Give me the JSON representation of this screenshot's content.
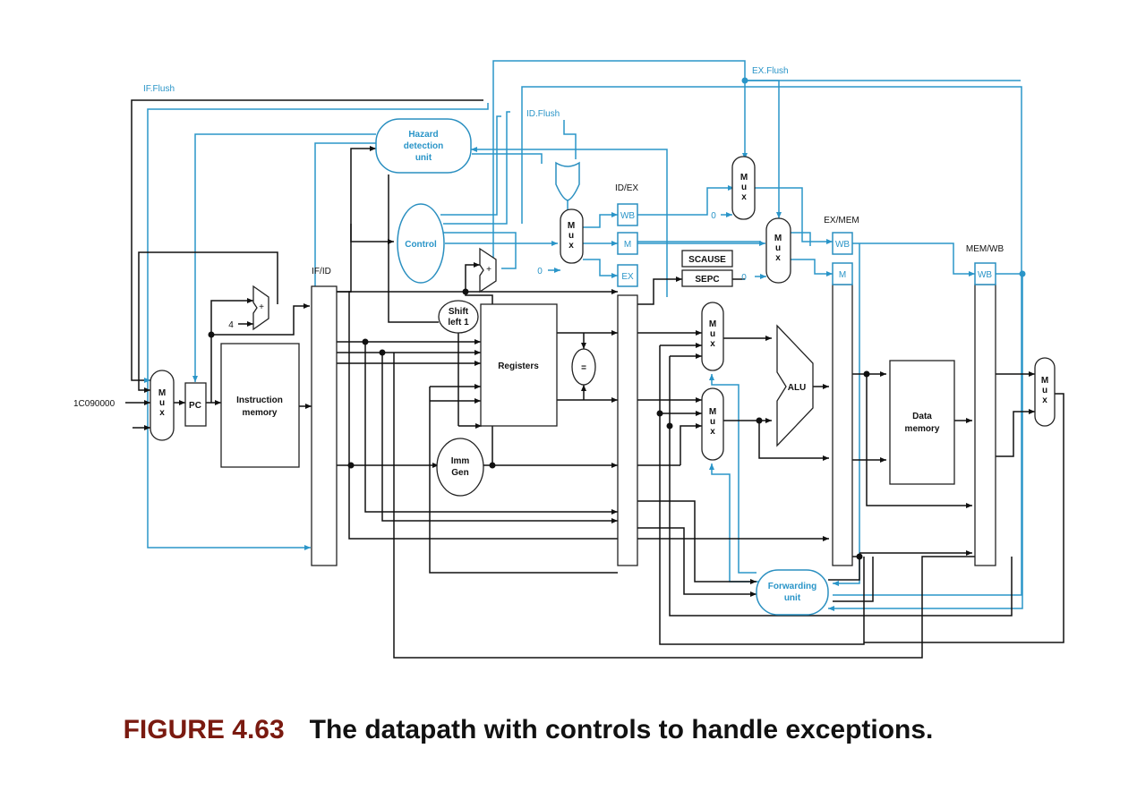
{
  "diagram": {
    "labels": {
      "if_flush": "IF.Flush",
      "id_flush": "ID.Flush",
      "ex_flush": "EX.Flush",
      "hazard": [
        "Hazard",
        "detection",
        "unit"
      ],
      "control": "Control",
      "if_id": "IF/ID",
      "id_ex": "ID/EX",
      "ex_mem": "EX/MEM",
      "mem_wb": "MEM/WB",
      "wb": "WB",
      "m": "M",
      "ex": "EX",
      "scause": "SCAUSE",
      "sepc": "SEPC",
      "zero": "0",
      "four": "4",
      "plus": "+",
      "address": "1C090000",
      "pc": "PC",
      "instruction_memory": [
        "Instruction",
        "memory"
      ],
      "registers": "Registers",
      "equal": "=",
      "shift": [
        "Shift",
        "left 1"
      ],
      "imm": [
        "Imm",
        "Gen"
      ],
      "alu": "ALU",
      "data_memory": [
        "Data",
        "memory"
      ],
      "forwarding": [
        "Forwarding",
        "unit"
      ],
      "mux": [
        "M",
        "u",
        "x"
      ]
    },
    "colors": {
      "wire": "#111111",
      "control": "#2a95c8",
      "caption_number": "#7a1a10"
    }
  },
  "caption": {
    "number": "FIGURE 4.63",
    "title": "The datapath with controls to handle exceptions."
  }
}
